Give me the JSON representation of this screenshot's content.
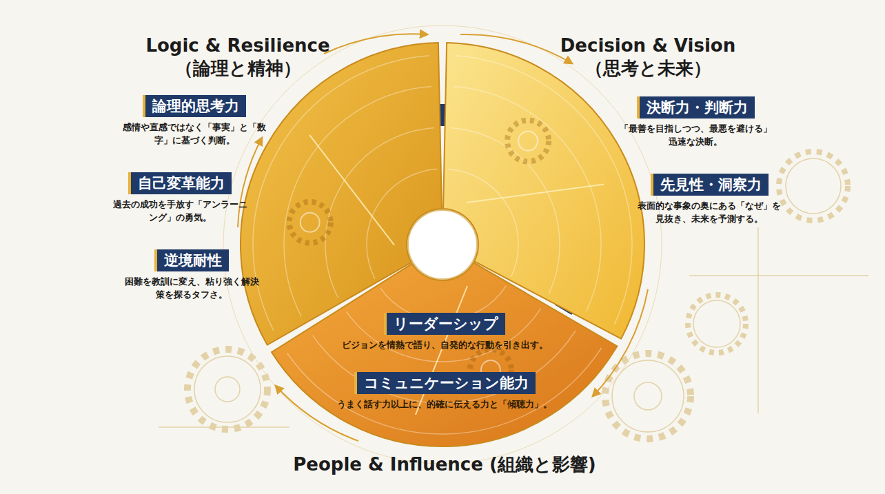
{
  "diagram": {
    "nodes": [
      {
        "text": [
          "Logic & Resilience （論理と精神）"
        ]
      },
      {
        "text": [
          "論理的思考力",
          "感情や直感ではなく「事実」と「数字」に基づく判断。"
        ]
      },
      {
        "text": [
          "自己変革能力",
          "過去の成功を手放す「アンラーニング」の勇気。"
        ]
      },
      {
        "text": [
          "逆境耐性",
          "困難を教訓に変え、粘り強く解決策を探るタフさ。"
        ]
      },
      {
        "text": [
          "Decision & Vision （思考と未来）"
        ]
      },
      {
        "text": [
          "決断力・判断力",
          "「最善を目指しつつ、最悪を避ける」迅速な決断。"
        ]
      },
      {
        "text": [
          "先見性・洞察力",
          "表面的な事象の奥にある「なぜ」を見抜き、未来を予測する。"
        ]
      },
      {
        "text": [
          "People & Influence (組織と影響)"
        ]
      },
      {
        "text": [
          "リーダーシップ",
          "ビジョンを情熱で語り、自発的な行動を引き出す。"
        ],
        "in": 7
      },
      {
        "text": [
          "コミュニケーション能力",
          "うまく話す力以上に、的確に伝える力と「傾聴力」。"
        ],
        "in": 7
      }
    ]
  }
}
